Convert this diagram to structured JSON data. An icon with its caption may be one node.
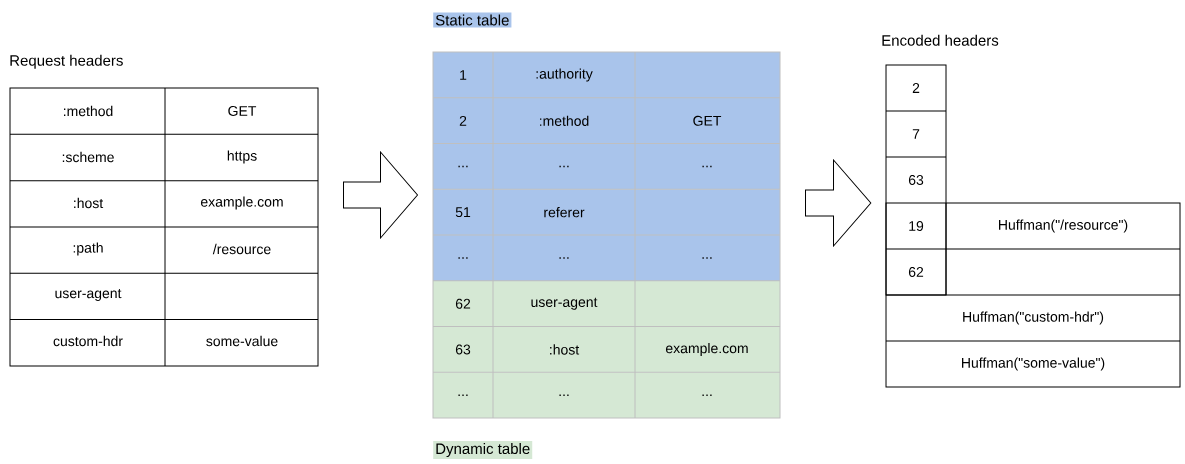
{
  "diagram": {
    "nodes": [
      {
        "text": [
          "Request headers"
        ]
      },
      {
        "text": [
          "Static table",
          "Dynamic table"
        ]
      },
      {
        "text": [
          "Encoded headers"
        ]
      }
    ],
    "edges": [
      {
        "from": 0,
        "to": 1,
        "arrow": "to"
      },
      {
        "from": 1,
        "to": 2,
        "arrow": "to"
      }
    ],
    "labels": [
      ":method",
      "GET",
      ":scheme",
      "https",
      ":host",
      "example.com",
      ":path",
      "/resource",
      "user-agent",
      "custom-hdr",
      "some-value",
      "1",
      ":authority",
      "2",
      ":method",
      "GET",
      "...",
      "...",
      "...",
      "51",
      "referer",
      "...",
      "...",
      "...",
      "62",
      "user-agent",
      "63",
      ":host",
      "example.com",
      "...",
      "...",
      "...",
      "2",
      "7",
      "63",
      "19",
      "Huffman(\"/resource\")",
      "62",
      "Huffman(\"custom-hdr\")",
      "Huffman(\"some-value\")"
    ]
  }
}
